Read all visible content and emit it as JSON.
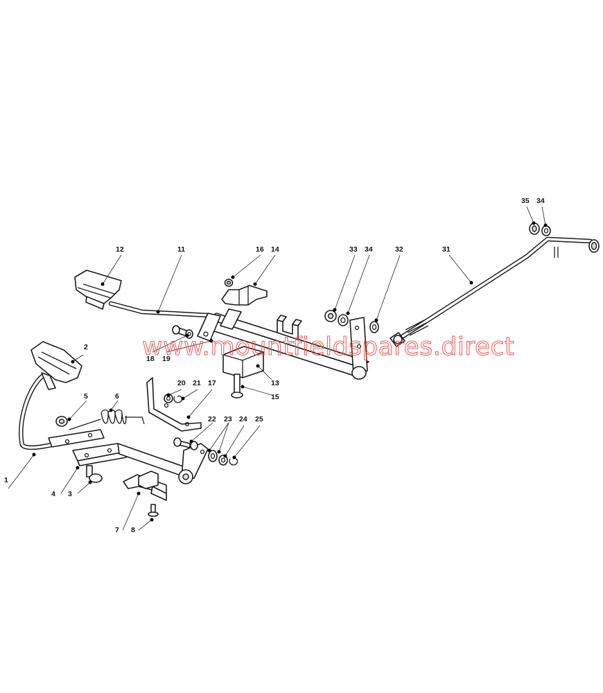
{
  "watermark": "www.mountfieldspares.direct",
  "callouts": {
    "c1": "1",
    "c2": "2",
    "c3": "3",
    "c4": "4",
    "c5": "5",
    "c6": "6",
    "c7": "7",
    "c8": "8",
    "c11": "11",
    "c12": "12",
    "c13": "13",
    "c14": "14",
    "c15": "15",
    "c16": "16",
    "c17": "17",
    "c18": "18",
    "c19": "19",
    "c20": "20",
    "c21": "21",
    "c22": "22",
    "c23": "23",
    "c24": "24",
    "c25": "25",
    "c31": "31",
    "c32": "32",
    "c33": "33",
    "c34a": "34",
    "c34b": "34",
    "c35": "35"
  },
  "colors": {
    "line": "#1a1a1a",
    "watermark": "#e8534f",
    "background": "#ffffff"
  }
}
